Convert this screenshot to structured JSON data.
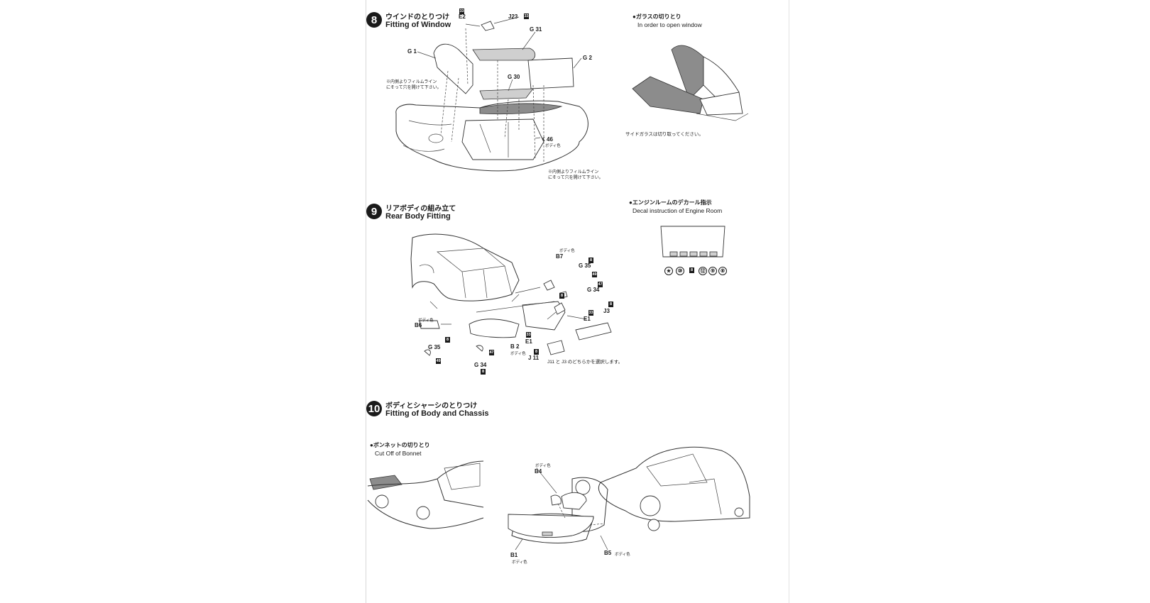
{
  "step8": {
    "number": "8",
    "title_jp": "ウインドのとりつけ",
    "title_en": "Fitting of Window",
    "labels": {
      "e2": "E2",
      "e2_badge": "33",
      "j23": "J23",
      "j23_badge": "33",
      "g31": "G 31",
      "g1": "G 1",
      "g2": "G 2",
      "g30": "G 30",
      "k46": "K 46",
      "k46_color": "ボディ色"
    },
    "note_a": "※内側よりフィルムライン\nにそって穴を開けて下さい。",
    "note_b": "※内側よりフィルムライン\nにそって穴を開けて下さい。",
    "glass_jp": "●ガラスの切りとり",
    "glass_en": "In order to open window",
    "side_glass_note": "サイドガラスは切り取ってください。"
  },
  "step9": {
    "number": "9",
    "title_jp": "リアボディの組み立て",
    "title_en": "Rear Body Fitting",
    "decal_jp": "●エンジンルームのデカール指示",
    "decal_en": "Decal instruction of Engine Room",
    "decal_numbers": [
      "⑩",
      "8",
      "⑫",
      "⑨",
      "⑧"
    ],
    "labels": {
      "b7": "B7",
      "b7_color": "ボディ色",
      "g35a": "G 35",
      "g35a_badge": "8",
      "g35a_badge2": "49",
      "g34a": "G 34",
      "g34a_badge": "47",
      "g34a_badge2": "8",
      "e1a": "E1",
      "e1a_badge": "33",
      "j3": "J3",
      "j3_badge": "8",
      "b6": "B6",
      "b6_color": "ボディ色",
      "g35b": "G 35",
      "g35b_badge": "49",
      "g34b": "G 34",
      "g34b_badge": "47",
      "g34b_badge2": "8",
      "e1b": "E1",
      "e1b_badge": "33",
      "b2": "B 2",
      "b2_color": "ボディ色",
      "j11": "J 11",
      "j11_badge": "8"
    },
    "choose_note": "J11 と J3 のどちらかを選択します。"
  },
  "step10": {
    "number": "10",
    "title_jp": "ボディとシャーシのとりつけ",
    "title_en": "Fitting of Body and Chassis",
    "bonnet_jp": "●ボンネットの切りとり",
    "bonnet_en": "Cut Off of Bonnet",
    "labels": {
      "b4": "B4",
      "b4_color": "ボディ色",
      "b1": "B1",
      "b1_color": "ボディ色",
      "b5": "B5",
      "b5_color": "ボディ色"
    }
  }
}
